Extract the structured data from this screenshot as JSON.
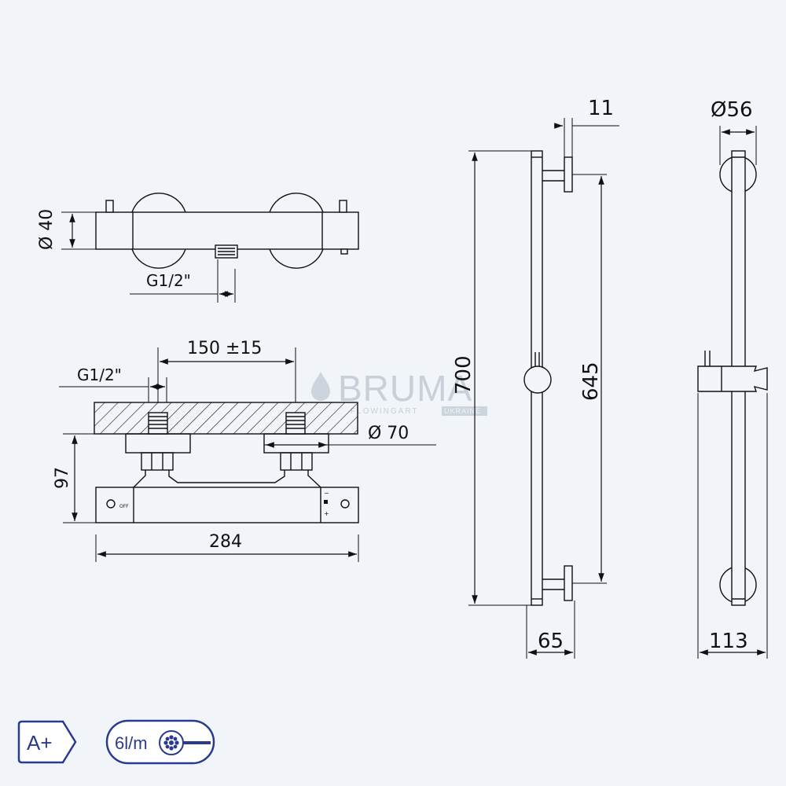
{
  "colors": {
    "background": "#f1f4f8",
    "line": "#111111",
    "badge": "#2a3b8f",
    "watermark": "#c4ccd6"
  },
  "dimensions": {
    "top_view_diameter": "Ø 40",
    "top_view_thread": "G1/2\"",
    "center_distance": "150 ±15",
    "front_thread": "G1/2\"",
    "front_flange_diameter": "Ø 70",
    "front_depth": "97",
    "front_width": "284",
    "rail_height": "700",
    "rail_inner_height": "645",
    "rail_bracket": "11",
    "rail_depth": "65",
    "slide_diameter": "Ø56",
    "slide_depth": "113"
  },
  "labels": {
    "off": "OFF",
    "temp_scale": "−\n▮\n▾\n+"
  },
  "watermark": {
    "brand": "BRUMA",
    "sub_left": "FLOWINGART",
    "sub_right": "UKRAINE"
  },
  "badges": {
    "energy_class": "A+",
    "flow_rate": "6l/m"
  },
  "icons": {
    "drop": "drop-icon",
    "shower_head": "shower-head-icon"
  }
}
